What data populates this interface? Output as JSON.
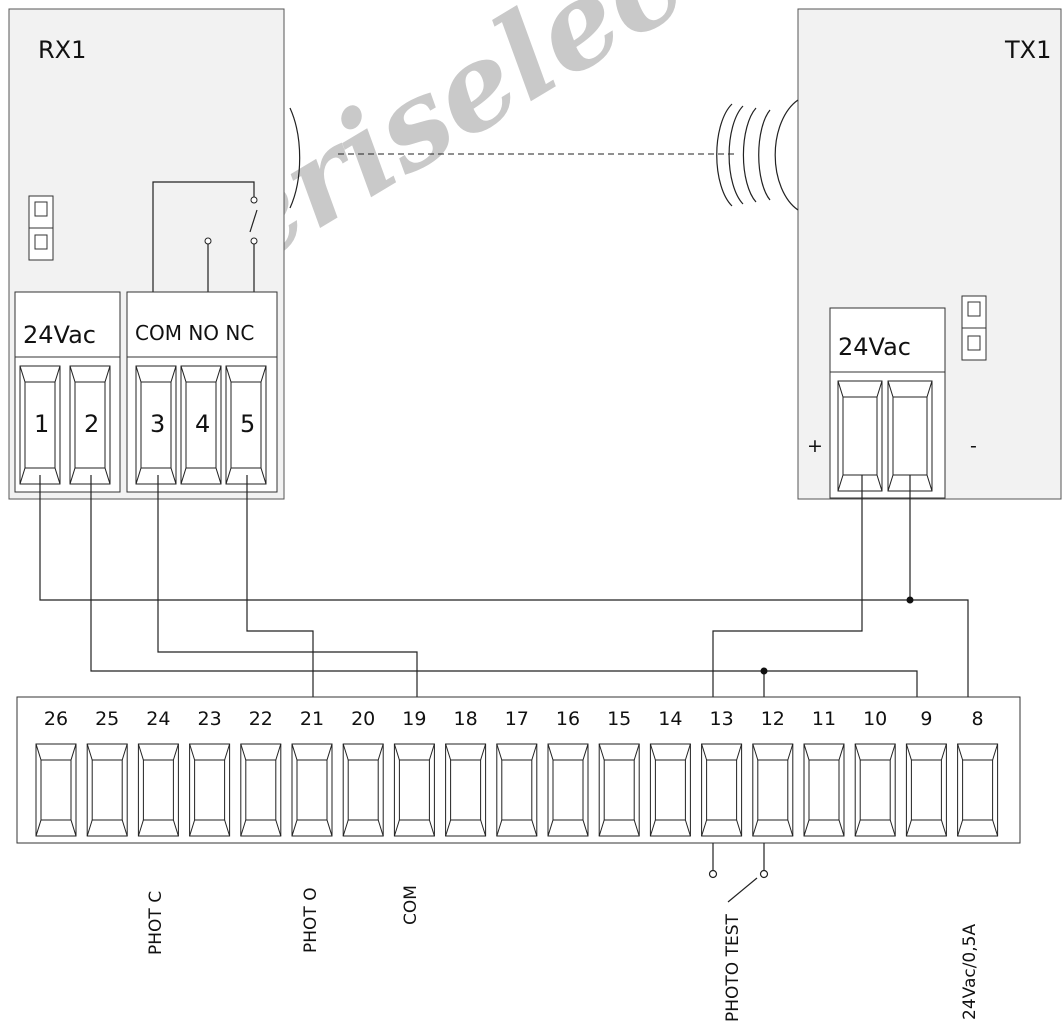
{
  "rx": {
    "label": "RX1",
    "power_label": "24Vac",
    "relay_label": "COM NO NC",
    "terminals": [
      "1",
      "2",
      "3",
      "4",
      "5"
    ]
  },
  "tx": {
    "label": "TX1",
    "power_label": "24Vac",
    "plus": "+",
    "minus": "-"
  },
  "board": {
    "terminals": [
      "26",
      "25",
      "24",
      "23",
      "22",
      "21",
      "20",
      "19",
      "18",
      "17",
      "16",
      "15",
      "14",
      "13",
      "12",
      "11",
      "10",
      "9",
      "8"
    ]
  },
  "bottom_labels": {
    "phot_c": "PHOT C",
    "phot_o": "PHOT O",
    "com": "COM",
    "photo_test": "PHOTO TEST",
    "supply": "24Vac/0,5A"
  },
  "watermark": "eriselectr"
}
